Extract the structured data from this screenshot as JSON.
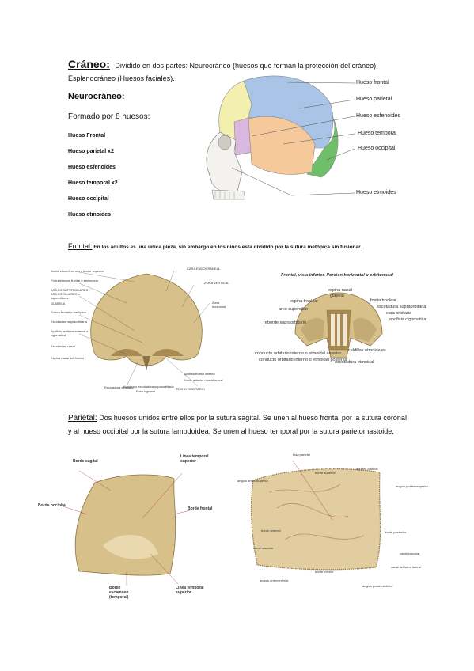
{
  "title": {
    "heading": "Cráneo:",
    "text": "Dividido en dos partes: Neurocráneo (huesos que forman la protección del cráneo), Esplenocráneo (Huesos faciales)."
  },
  "neurocraneo": {
    "heading": "Neurocráneo:",
    "subtitle": "Formado por 8 huesos:",
    "bones": [
      "Hueso Frontal",
      "Hueso parietal x2",
      "Hueso esfenoides",
      "Hueso temporal x2",
      "Hueso occipital",
      "Hueso etmoides"
    ]
  },
  "skull_labels": [
    "Hueso frontal",
    "Hueso parietal",
    "Hueso esfenoides",
    "Hueso temporal",
    "Hueso occipital",
    "Hueso etmoides"
  ],
  "frontal": {
    "heading": "Frontal:",
    "text": "En los adultos es una única pieza, sin embargo en los niños esta dividido por la sutura metópica sin fusionar.",
    "fig1_labels_left": [
      "Borde circunferencia o borde superior",
      "Protuberancia frontal o eminencia",
      "ARCOS SUPERCILIARES / ARCOS CILIARES o superciliares",
      "GLABELA",
      "Sutura frontal o metópica",
      "Escotadura supraorbitaria",
      "Apófisis orbitaria externa o cigomática",
      "Escotadura nasal",
      "Espina nasal del frontal"
    ],
    "fig1_labels_top": [
      "CARA ENDOCRANEAL",
      "ZONA VERTICAL",
      "Zona horizontal"
    ],
    "fig1_labels_bottom": [
      "Escotadura etmoidal",
      "Fosa lagrimal",
      "Agujero o escotadura supraorbitaria",
      "TECHO ORBITARIO",
      "Apófisis frontal interna",
      "Borde anterior u orbitonasal"
    ],
    "fig2_title": "Frontal, vista inferior. Porcion horizontal u orbitonasal",
    "fig2_labels": [
      "espina nasal",
      "glabela",
      "espina troclear",
      "arco superciliar",
      "fosita troclear",
      "escotadura supraorbitaria",
      "cara orbitaria",
      "apofisis cigomatica",
      "reborde supraorbitario",
      "celdillas etmoidales",
      "conducto orbitario interno o etmoidal anterior",
      "conducto orbitario interno o etmoidal posterior",
      "escotadura etmoidal"
    ]
  },
  "parietal": {
    "heading": "Parietal:",
    "text": "Dos huesos unidos entre ellos por la sutura sagital. Se unen al hueso frontal por la sutura coronal y al hueso occipital por la sutura lambdoidea. Se unen al hueso temporal por la sutura parietomastoide.",
    "fig1_labels": [
      "Borde sagital",
      "Línea temporal superior",
      "Borde occipital",
      "Borde frontal",
      "Borde escamoso (temporal)",
      "Línea temporal superior"
    ],
    "fig2_labels": [
      "fosa parietal",
      "borde superior",
      "agujero parietal",
      "angulo anterosuperior",
      "angulo posterosuperior",
      "borde anterior",
      "borde posterior",
      "canal vascular",
      "canal vascular",
      "canal del seno lateral",
      "angulo anteroinferior",
      "borde inferior",
      "angulo posteroinferior"
    ]
  },
  "colors": {
    "frontal": "#f3efae",
    "parietal": "#a9c4e6",
    "sphenoid": "#d9b8e0",
    "temporal": "#f5c99a",
    "occipital": "#6fbf6a",
    "bone": "#d8c08a"
  }
}
